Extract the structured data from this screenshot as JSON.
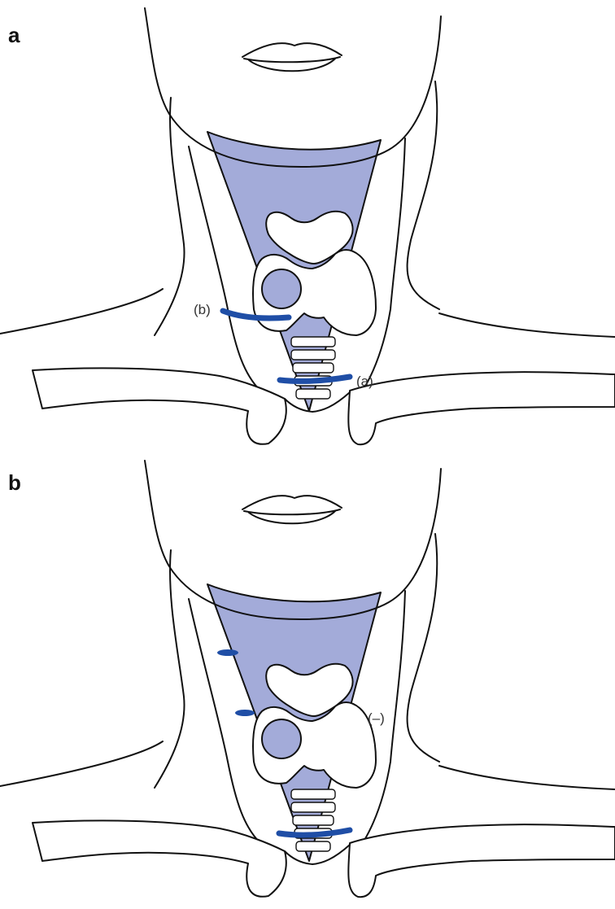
{
  "colors": {
    "field": "#a3abd9",
    "incision": "#1f4ea6",
    "outline": "#111111"
  },
  "panels": [
    {
      "letter": "a",
      "incision_labels": {
        "a": "(a)",
        "b": "(b)"
      }
    },
    {
      "letter": "b",
      "marker_label": "(–)"
    }
  ]
}
